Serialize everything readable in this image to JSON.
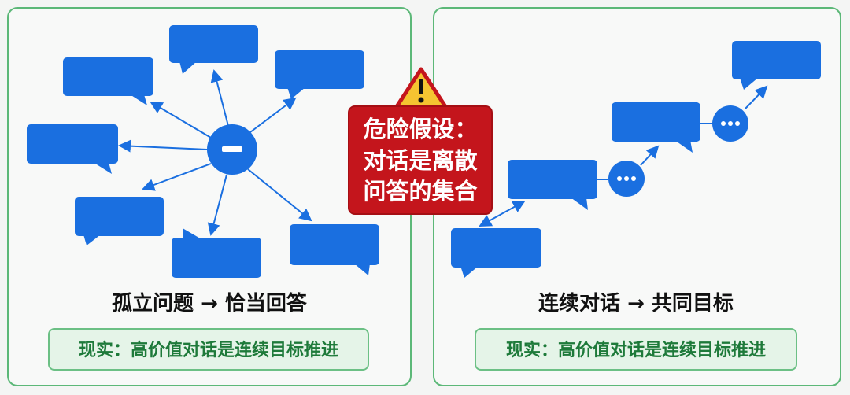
{
  "left_panel": {
    "title": "孤立问题 → 恰当回答",
    "reality": "现实：高价值对话是连续目标推进",
    "hub_icon": "minus-icon"
  },
  "right_panel": {
    "title": "连续对话 → 共同目标",
    "reality": "现实：高价值对话是连续目标推进",
    "dots_icon": "ellipsis-icon"
  },
  "warning": {
    "icon": "warning-triangle-icon",
    "lines": [
      "危险假设：",
      "对话是离散",
      "问答的集合"
    ]
  },
  "colors": {
    "blue": "#1a6fe0",
    "red": "#c4151c",
    "green": "#5cb878",
    "yellow": "#f5c431"
  }
}
